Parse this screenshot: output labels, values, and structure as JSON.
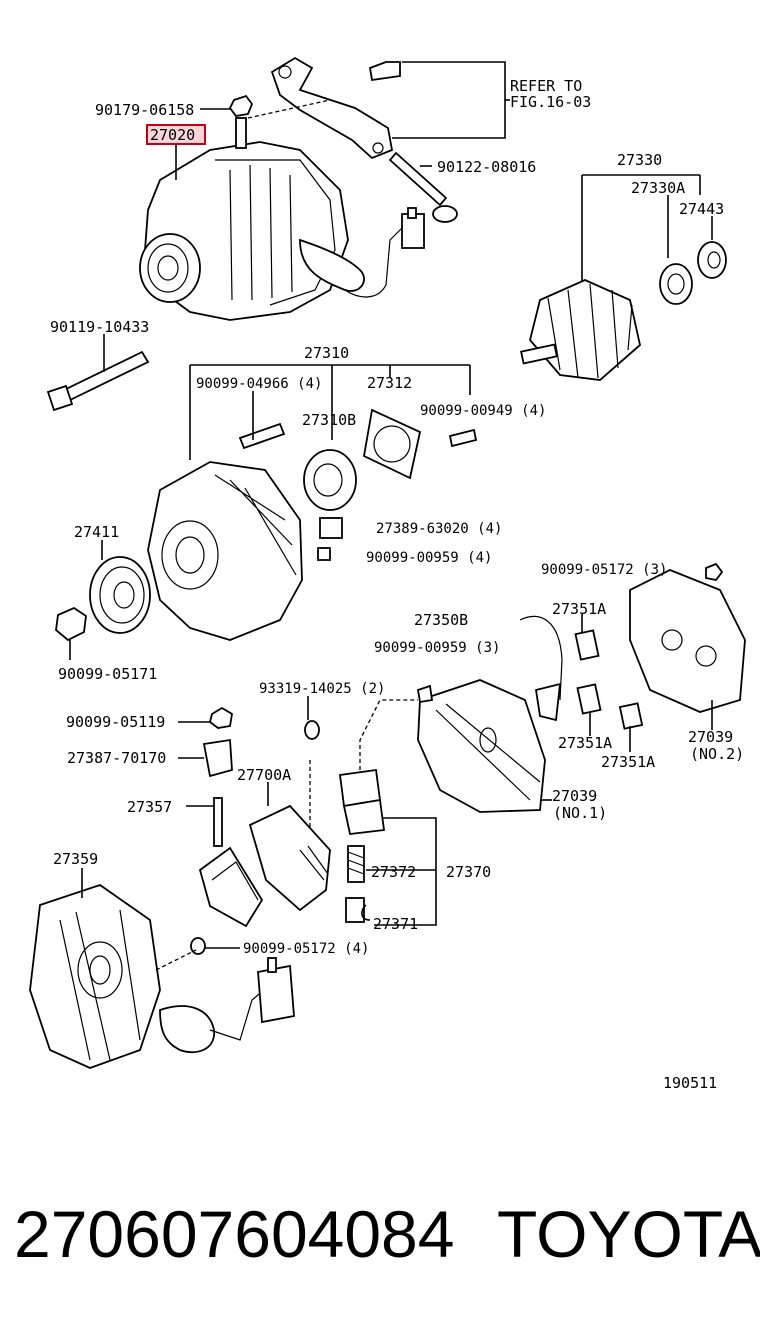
{
  "diagram": {
    "highlighted_part": "27020",
    "refer_note_line1": "REFER TO",
    "refer_note_line2": "FIG.16-03",
    "fig_number": "190511",
    "labels": {
      "p90179_06158": "90179-06158",
      "p27020": "27020",
      "p90122_08016": "90122-08016",
      "p27330": "27330",
      "p27330A": "27330A",
      "p27443": "27443",
      "p90119_10433": "90119-10433",
      "p27310": "27310",
      "p90099_04966": "90099-04966 (4)",
      "p27312": "27312",
      "p27310B": "27310B",
      "p90099_00949": "90099-00949 (4)",
      "p27411": "27411",
      "p27389_63020": "27389-63020 (4)",
      "p90099_00959a": "90099-00959 (4)",
      "p90099_05172a": "90099-05172 (3)",
      "p90099_05171": "90099-05171",
      "p27350B": "27350B",
      "p27351A_1": "27351A",
      "p90099_00959b": "90099-00959 (3)",
      "p93319_14025": "93319-14025 (2)",
      "p90099_05119": "90099-05119",
      "p27387_70170": "27387-70170",
      "p27351A_2": "27351A",
      "p27039a": "27039",
      "p27039a_note": "(NO.2)",
      "p27351A_3": "27351A",
      "p27700A": "27700A",
      "p27357": "27357",
      "p27039b": "27039",
      "p27039b_note": "(NO.1)",
      "p27359": "27359",
      "p27372": "27372",
      "p27370": "27370",
      "p27371": "27371",
      "p90099_05172b": "90099-05172 (4)"
    }
  },
  "footer": {
    "part_number": "27060760408​4",
    "brand": "TOYOTA"
  }
}
